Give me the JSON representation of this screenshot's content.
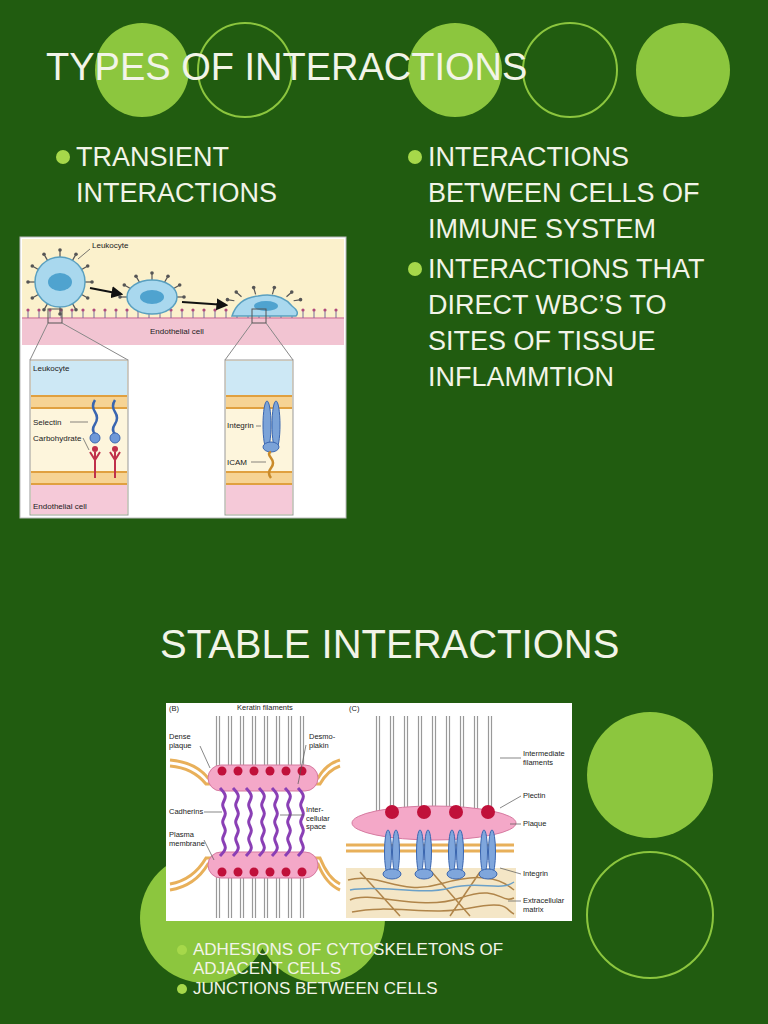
{
  "diagram": {
    "title": "TYPES OF INTERACTIONS",
    "labels": [
      "TRANSIENT INTERACTIONS",
      "INTERACTIONS BETWEEN CELLS OF IMMUNE SYSTEM",
      "INTERACTIONS THAT DIRECT WBC’S TO SITES OF TISSUE INFLAMMTION",
      "Leukocyte",
      "Endothelial cell",
      "Leukocyte",
      "Selectin",
      "Carbohydrate",
      "Endothelial cell",
      "Integrin",
      "ICAM",
      "STABLE INTERACTIONS",
      "(B)",
      "Keratin filaments",
      "Dense plaque",
      "Desmo-plakin",
      "Cadherins",
      "Plasma membrane",
      "Inter-cellular space",
      "(C)",
      "Intermediate filaments",
      "Plectin",
      "Plaque",
      "Integrin",
      "Extracellular matrix",
      "ADHESIONS OF CYTOSKELETONS OF ADJACENT CELLS",
      "JUNCTIONS BETWEEN CELLS"
    ]
  }
}
